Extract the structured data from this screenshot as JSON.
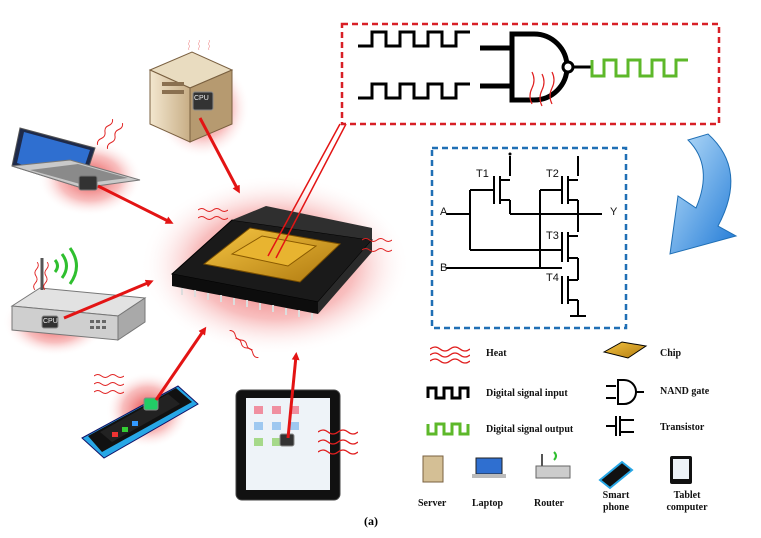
{
  "figure": {
    "caption": "(a)"
  },
  "devices": {
    "server_chip": "CPU",
    "router_chip": "CPU"
  },
  "circuit": {
    "transistors": [
      "T1",
      "T2",
      "T3",
      "T4"
    ],
    "inputs": [
      "A",
      "B"
    ],
    "output": "Y"
  },
  "legend": {
    "heat": "Heat",
    "chip": "Chip",
    "digital_input": "Digital signal input",
    "nand_gate": "NAND gate",
    "digital_output": "Digital signal output",
    "transistor": "Transistor",
    "server": "Server",
    "laptop": "Laptop",
    "router": "Router",
    "smartphone_line1": "Smart",
    "smartphone_line2": "phone",
    "tablet_line1": "Tablet",
    "tablet_line2": "computer"
  },
  "colors": {
    "heat": "#e02020",
    "arrow": "#e31414",
    "signal_output": "#5db82a",
    "box_red": "#d81f26",
    "box_blue": "#1f6fb5",
    "big_arrow": "#2e8fe0"
  }
}
